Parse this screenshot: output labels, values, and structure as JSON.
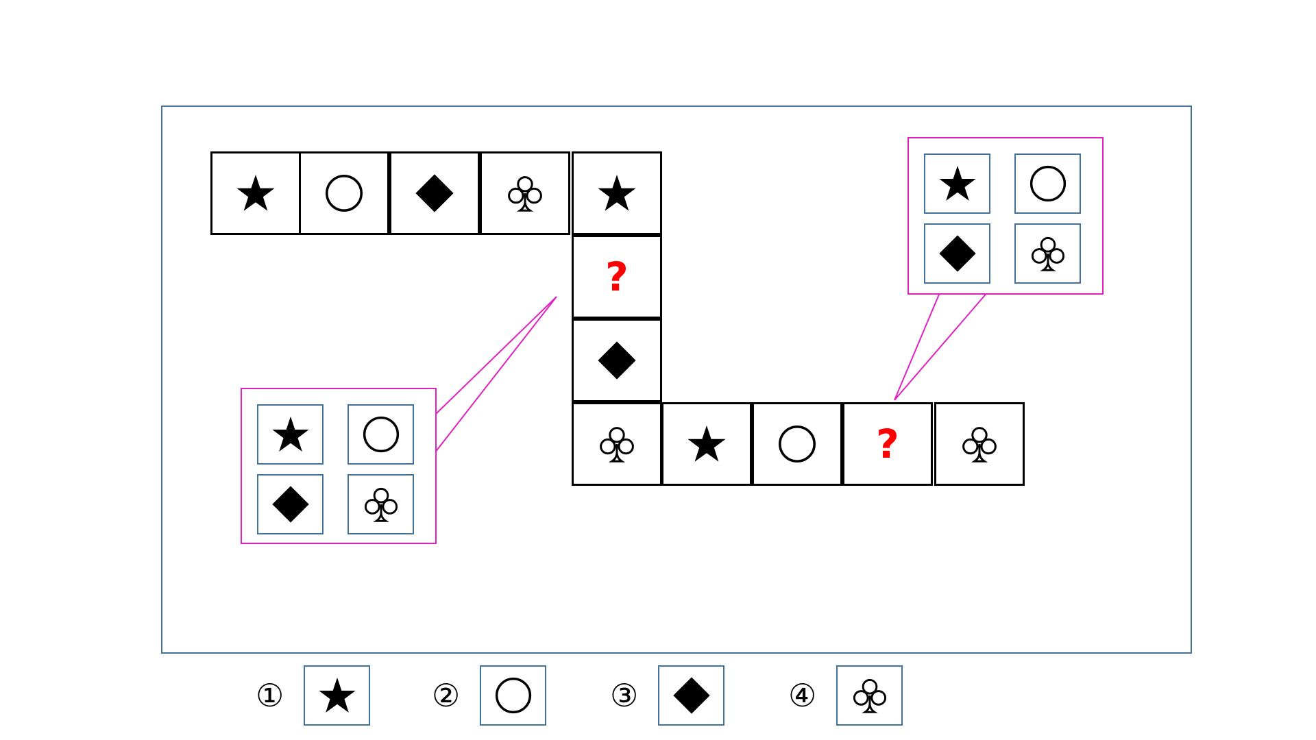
{
  "question_mark": "?",
  "path_cells": [
    {
      "symbol": "star"
    },
    {
      "symbol": "circle"
    },
    {
      "symbol": "diamond"
    },
    {
      "symbol": "club"
    },
    {
      "symbol": "star"
    },
    {
      "symbol": "question"
    },
    {
      "symbol": "diamond"
    },
    {
      "symbol": "club"
    },
    {
      "symbol": "star"
    },
    {
      "symbol": "circle"
    },
    {
      "symbol": "question"
    },
    {
      "symbol": "club"
    }
  ],
  "callout_options": [
    "star",
    "circle",
    "diamond",
    "club"
  ],
  "options": [
    {
      "number": "①",
      "symbol": "star"
    },
    {
      "number": "②",
      "symbol": "circle"
    },
    {
      "number": "③",
      "symbol": "diamond"
    },
    {
      "number": "④",
      "symbol": "club"
    }
  ],
  "colors": {
    "frame_border": "#41719C",
    "callout_border": "#E020C0",
    "question_mark": "#FF0000",
    "cell_border": "#000000"
  }
}
